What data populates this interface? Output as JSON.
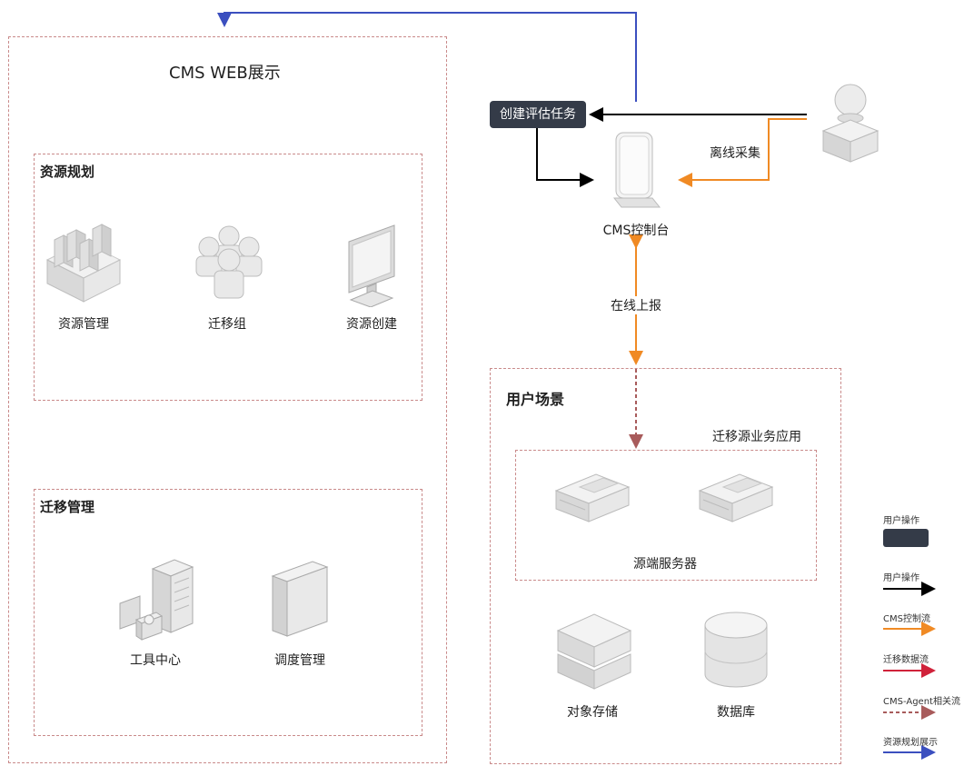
{
  "web_panel": {
    "title": "CMS WEB展示",
    "planning": {
      "title": "资源规划",
      "items": [
        "资源管理",
        "迁移组",
        "资源创建"
      ]
    },
    "migration": {
      "title": "迁移管理",
      "items": [
        "工具中心",
        "调度管理"
      ]
    }
  },
  "task_label": "创建评估任务",
  "console_label": "CMS控制台",
  "offline_label": "离线采集",
  "online_label": "在线上报",
  "user_scene": {
    "title": "用户场景",
    "app_group": "迁移源业务应用",
    "servers_label": "源端服务器",
    "storage_label": "对象存储",
    "db_label": "数据库"
  },
  "legend": [
    {
      "label": "用户操作",
      "kind": "box",
      "color": "#343b48"
    },
    {
      "label": "用户操作",
      "kind": "arrow",
      "color": "#000000"
    },
    {
      "label": "CMS控制流",
      "kind": "arrow",
      "color": "#f08a24"
    },
    {
      "label": "迁移数据流",
      "kind": "arrow",
      "color": "#d0223a"
    },
    {
      "label": "CMS-Agent相关流",
      "kind": "dashed-arrow",
      "color": "#a85b5b"
    },
    {
      "label": "资源规划展示",
      "kind": "arrow",
      "color": "#3b4fbf"
    }
  ]
}
